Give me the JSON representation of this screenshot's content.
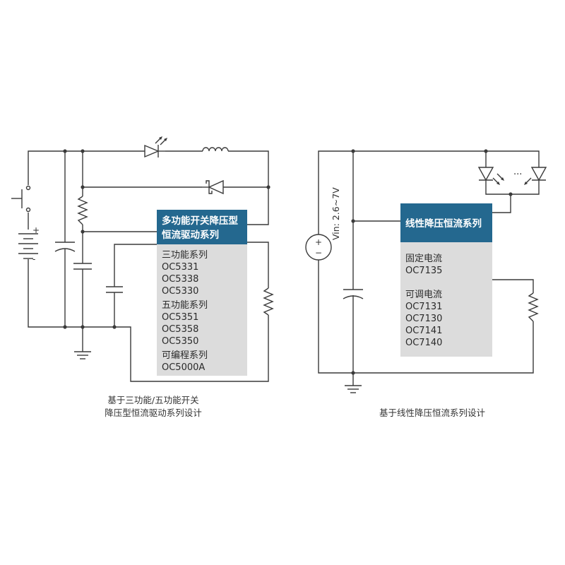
{
  "left_circuit": {
    "chip_title_line1": "多功能开关降压型",
    "chip_title_line2": "恒流驱动系列",
    "chip_lines": [
      "三功能系列",
      "OC5331",
      "OC5338",
      "OC5330",
      "五功能系列",
      "OC5351",
      "OC5358",
      "OC5350",
      "可编程系列",
      "OC5000A"
    ],
    "caption_line1": "基于三功能/五功能开关",
    "caption_line2": "降压型恒流驱动系列设计",
    "battery_plus": "+",
    "battery_minus": "-"
  },
  "right_circuit": {
    "chip_title": "线性降压恒流系列",
    "chip_lines": [
      "固定电流",
      "OC7135",
      "",
      "可调电流",
      "OC7131",
      "OC7130",
      "OC7141",
      "OC7140"
    ],
    "vin_label": "Vin: 2.6~7V",
    "source_plus": "+",
    "source_minus": "−",
    "ellipsis": "...",
    "caption": "基于线性降压恒流系列设计"
  }
}
